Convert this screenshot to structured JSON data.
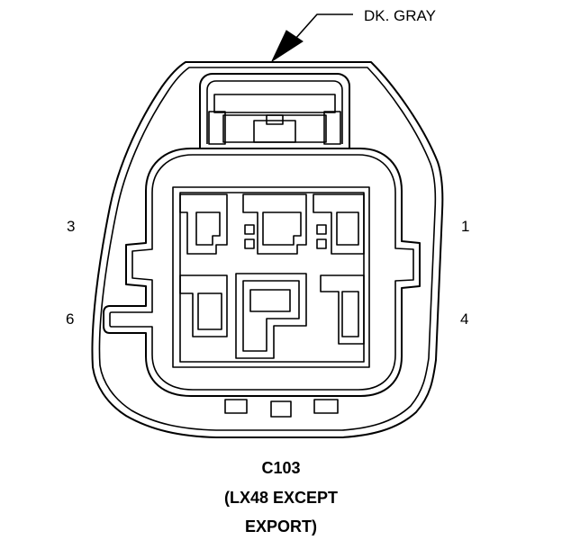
{
  "connector": {
    "color_label": "DK. GRAY",
    "pin_labels": {
      "pin_3": "3",
      "pin_1": "1",
      "pin_6": "6",
      "pin_4": "4"
    },
    "caption": {
      "line1": "C103",
      "line2": "(LX48 EXCEPT",
      "line3": "EXPORT)"
    }
  }
}
